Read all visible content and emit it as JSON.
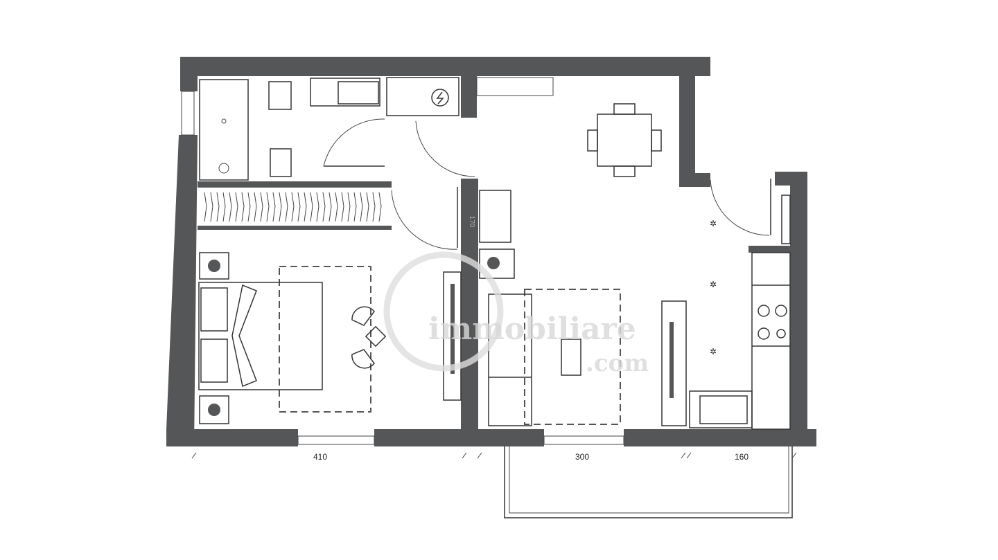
{
  "plan": {
    "dimensions": {
      "bedroom_width": "410",
      "living_width": "300",
      "kitchen_width": "160",
      "wall_label": "170"
    },
    "watermark": {
      "brand": "immobiliare",
      "suffix": ".com"
    },
    "colors": {
      "wall": "#555657",
      "line": "#333333",
      "background": "#ffffff"
    }
  }
}
